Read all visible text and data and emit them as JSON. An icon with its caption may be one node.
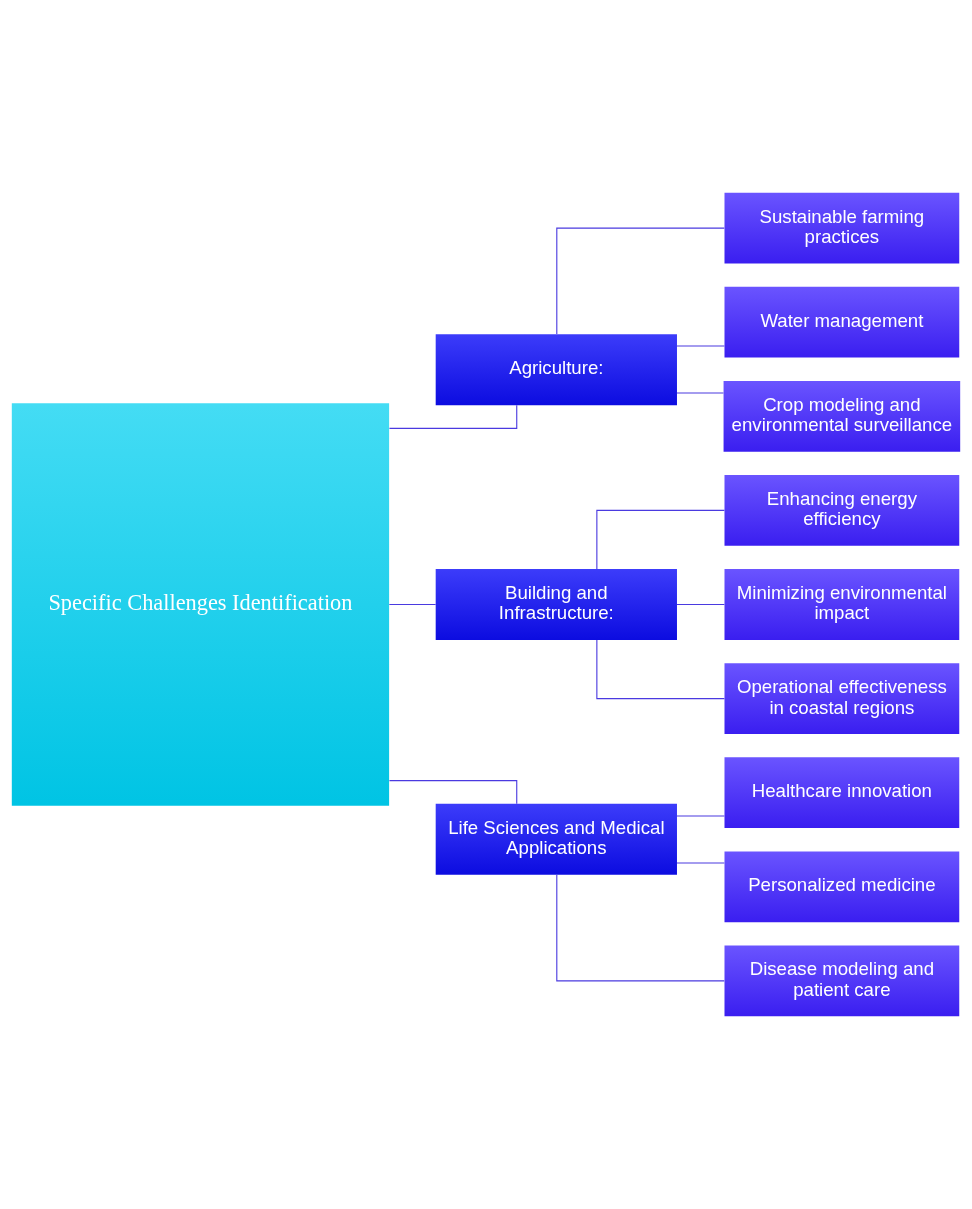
{
  "diagram": {
    "nodes": [
      {
        "text": [
          "Specific Challenges Identification"
        ]
      },
      {
        "text": [
          "Agriculture:"
        ]
      },
      {
        "text": [
          "Sustainable farming practices"
        ]
      },
      {
        "text": [
          "Water management"
        ]
      },
      {
        "text": [
          "Crop modeling and environmental surveillance"
        ]
      },
      {
        "text": [
          "Building and Infrastructure:"
        ]
      },
      {
        "text": [
          "Enhancing energy efficiency"
        ]
      },
      {
        "text": [
          "Minimizing environmental impact"
        ]
      },
      {
        "text": [
          "Operational effectiveness in coastal regions"
        ]
      },
      {
        "text": [
          "Life Sciences and Medical Applications"
        ]
      },
      {
        "text": [
          "Healthcare innovation"
        ]
      },
      {
        "text": [
          "Personalized medicine"
        ]
      },
      {
        "text": [
          "Disease modeling and patient care"
        ]
      }
    ],
    "edges": [
      {
        "from": 0,
        "to": 1,
        "arrow": "none"
      },
      {
        "from": 0,
        "to": 5,
        "arrow": "none"
      },
      {
        "from": 0,
        "to": 9,
        "arrow": "none"
      },
      {
        "from": 1,
        "to": 2,
        "arrow": "none"
      },
      {
        "from": 1,
        "to": 3,
        "arrow": "none"
      },
      {
        "from": 1,
        "to": 4,
        "arrow": "none"
      },
      {
        "from": 5,
        "to": 6,
        "arrow": "none"
      },
      {
        "from": 5,
        "to": 7,
        "arrow": "none"
      },
      {
        "from": 5,
        "to": 8,
        "arrow": "none"
      },
      {
        "from": 9,
        "to": 10,
        "arrow": "none"
      },
      {
        "from": 9,
        "to": 11,
        "arrow": "none"
      },
      {
        "from": 9,
        "to": 12,
        "arrow": "none"
      }
    ]
  }
}
